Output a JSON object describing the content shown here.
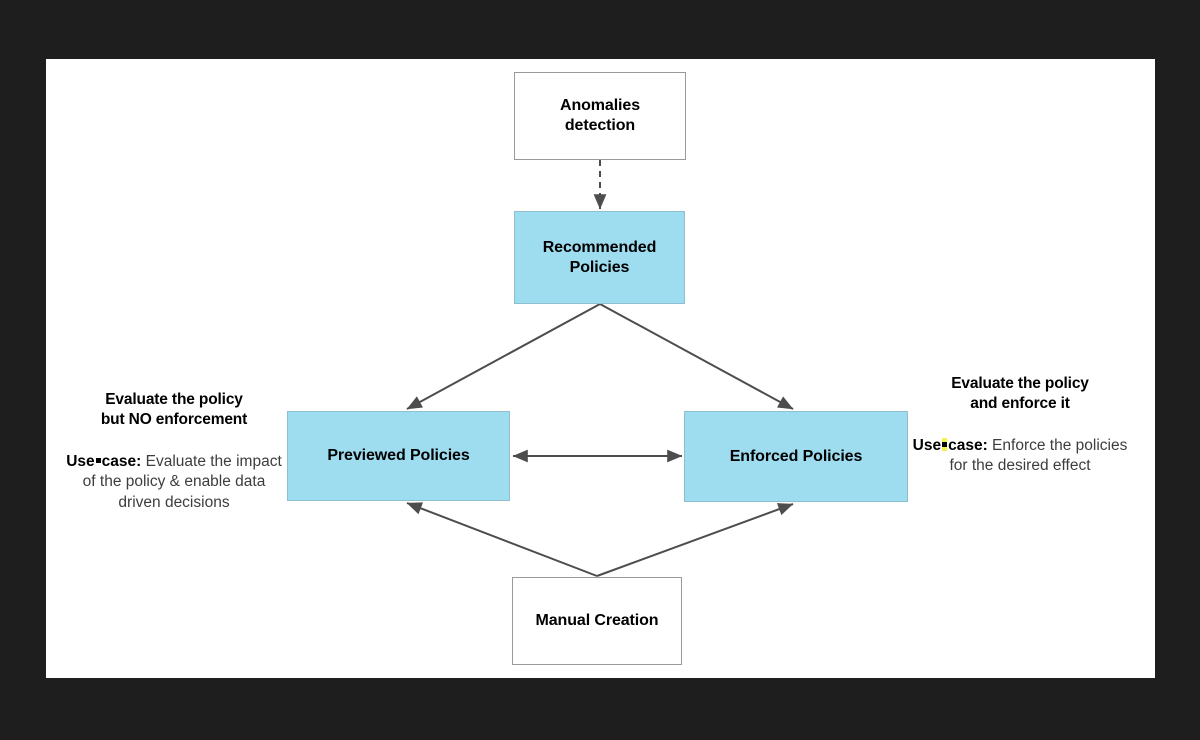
{
  "canvas": {
    "background_color": "#1e1e1e",
    "surface_color": "#ffffff"
  },
  "palette": {
    "node_blue_fill": "#9edcf0",
    "node_blue_border": "#8fbfcf",
    "node_plain_fill": "#ffffff",
    "node_plain_border": "#9a9a9a",
    "connector": "#4d4d4d",
    "highlight_yellow": "#f2f24b",
    "text_primary": "#000000",
    "text_secondary": "#3d3d3d"
  },
  "nodes": {
    "anomalies_detection": {
      "line1": "Anomalies",
      "line2": "detection"
    },
    "recommended_policies": {
      "line1": "Recommended",
      "line2": "Policies"
    },
    "previewed_policies": {
      "label": "Previewed Policies"
    },
    "enforced_policies": {
      "label": "Enforced Policies"
    },
    "manual_creation": {
      "label": "Manual Creation"
    }
  },
  "annotations": {
    "left": {
      "heading_line1": "Evaluate the policy",
      "heading_line2": "but NO enforcement",
      "lead": "Use",
      "lead_tail": "case:",
      "body": " Evaluate the impact of the policy & enable data driven decisions"
    },
    "right": {
      "heading_line1": "Evaluate the policy",
      "heading_line2": "and enforce it",
      "lead": "Use",
      "lead_tail": "case:",
      "body": " Enforce the policies for the desired effect"
    }
  },
  "connectors": [
    {
      "name": "anomalies-to-recommended",
      "style": "dashed",
      "heads": "end"
    },
    {
      "name": "recommended-to-previewed",
      "style": "solid",
      "heads": "end"
    },
    {
      "name": "recommended-to-enforced",
      "style": "solid",
      "heads": "end"
    },
    {
      "name": "previewed-enforced-bidirectional",
      "style": "solid",
      "heads": "both"
    },
    {
      "name": "manual-to-previewed",
      "style": "solid",
      "heads": "end"
    },
    {
      "name": "manual-to-enforced",
      "style": "solid",
      "heads": "end"
    }
  ]
}
